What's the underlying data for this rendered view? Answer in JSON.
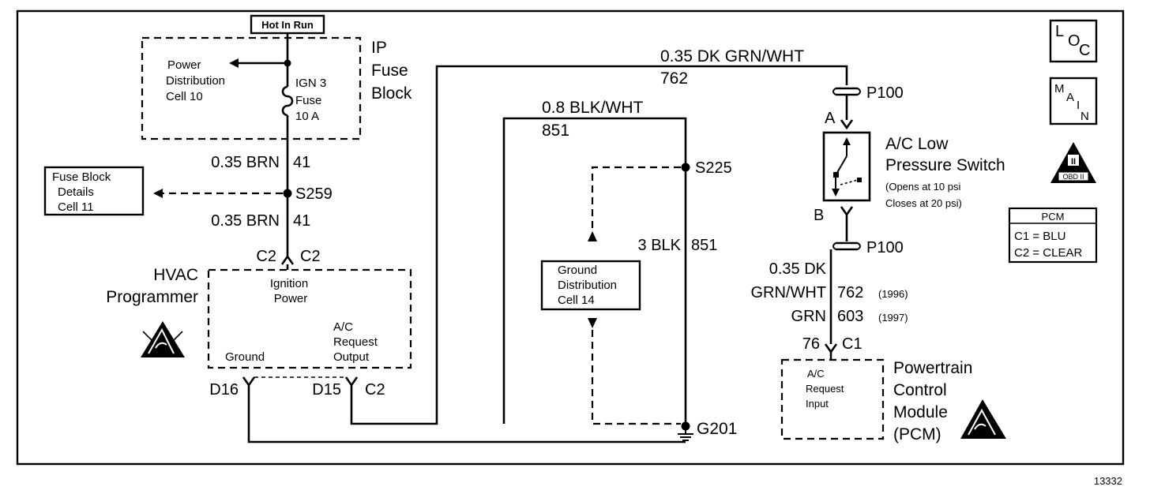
{
  "title_box": "Hot In Run",
  "ip_fuse_block": [
    "IP",
    "Fuse",
    "Block"
  ],
  "power_distribution": [
    "Power",
    "Distribution",
    "Cell 10"
  ],
  "fuse": [
    "IGN 3",
    "Fuse",
    "10 A"
  ],
  "wire_top_brn": {
    "size_color": "0.35 BRN",
    "circuit": "41"
  },
  "splice_s259": "S259",
  "wire_bottom_brn": {
    "size_color": "0.35 BRN",
    "circuit": "41"
  },
  "fuse_block_details": [
    "Fuse Block",
    "Details",
    "Cell 11"
  ],
  "hvac_connector": {
    "left": "C2",
    "right": "C2"
  },
  "hvac_programmer": [
    "HVAC",
    "Programmer"
  ],
  "hvac_internal": {
    "ignition_power": [
      "Ignition",
      "Power"
    ],
    "ac_request_output": [
      "A/C",
      "Request",
      "Output"
    ],
    "ground": "Ground"
  },
  "hvac_pins": {
    "d16": "D16",
    "d15": "D15",
    "c2": "C2"
  },
  "wire_grn_wht_top": {
    "size_color": "0.35 DK GRN/WHT",
    "circuit": "762"
  },
  "wire_blk_wht": {
    "size_color": "0.8 BLK/WHT",
    "circuit": "851"
  },
  "splice_s225": "S225",
  "wire_3blk": {
    "size_color": "3 BLK",
    "circuit": "851"
  },
  "ground_distribution": [
    "Ground",
    "Distribution",
    "Cell 14"
  ],
  "ground_g201": "G201",
  "connector_p100_top": "P100",
  "connector_p100_bottom": "P100",
  "pin_a": "A",
  "pin_b": "B",
  "ac_low_pressure_switch": [
    "A/C Low",
    "Pressure Switch"
  ],
  "switch_note": [
    "(Opens at 10 psi",
    "Closes at 20 psi)"
  ],
  "wire_grn_wht_bottom": {
    "line1": "0.35 DK",
    "line2_color": "GRN/WHT",
    "line2_circuit": "762",
    "line2_year": "(1996)",
    "line3_color": "GRN",
    "line3_circuit": "603",
    "line3_year": "(1997)"
  },
  "pcm_connector": {
    "pin": "76",
    "conn": "C1"
  },
  "ac_request_input": [
    "A/C",
    "Request",
    "Input"
  ],
  "powertrain_control_module": [
    "Powertrain",
    "Control",
    "Module",
    "(PCM)"
  ],
  "loc_icon": {
    "l": "L",
    "o": "O",
    "c": "C"
  },
  "main_icon": {
    "m": "M",
    "a": "A",
    "i": "I",
    "n": "N"
  },
  "obd_icon": {
    "numeral": "II",
    "label": "OBD II"
  },
  "pcm_legend": {
    "title": "PCM",
    "row1": "C1 = BLU",
    "row2": "C2 = CLEAR"
  },
  "figure_number": "13332"
}
